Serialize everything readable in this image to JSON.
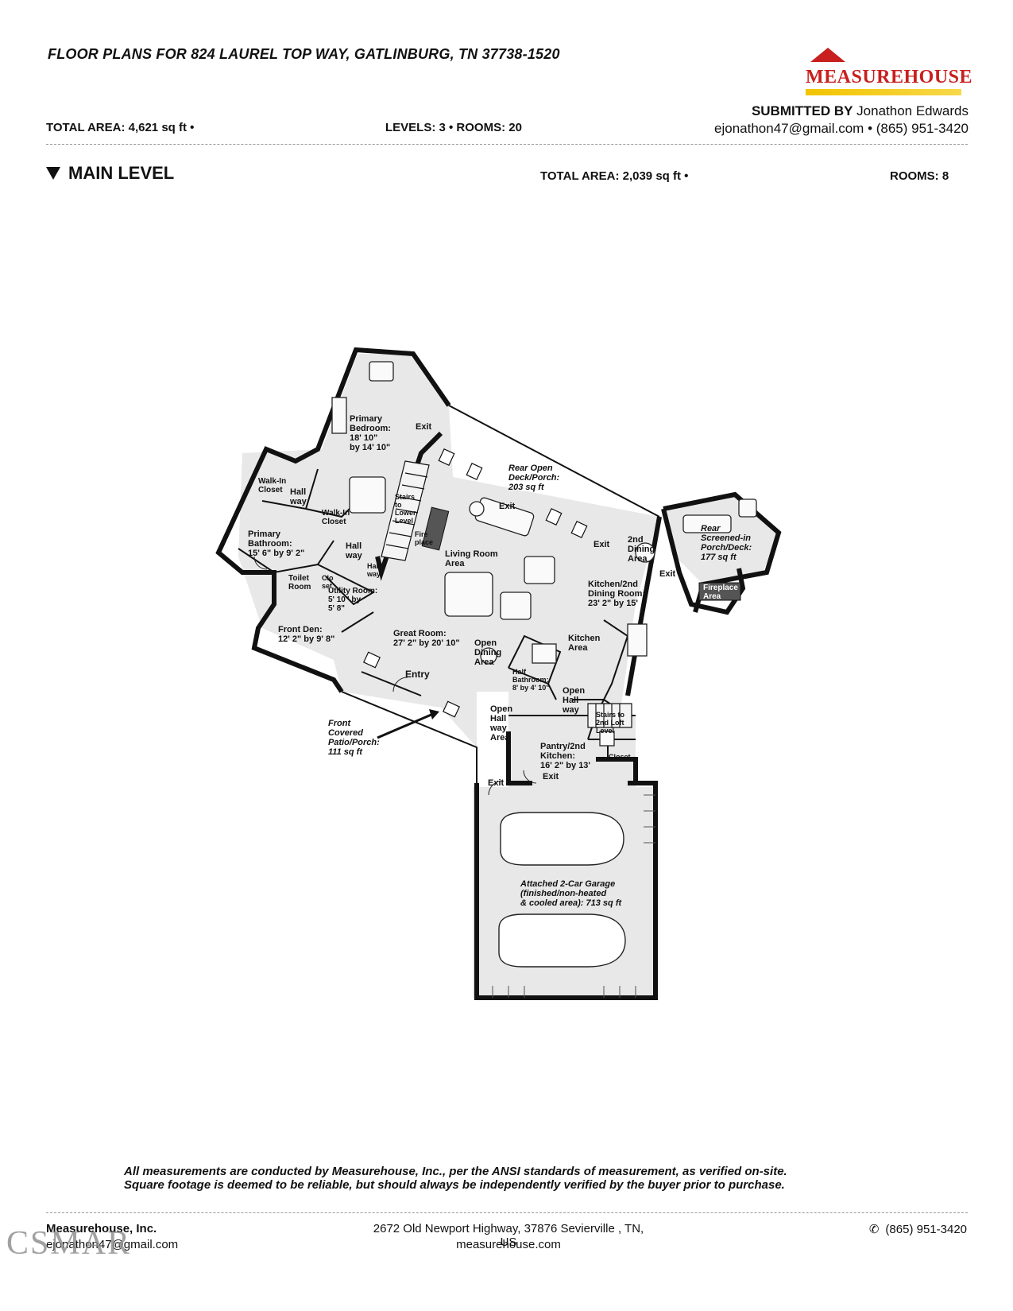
{
  "header": {
    "title": "FLOOR PLANS FOR 824 LAUREL TOP WAY, GATLINBURG, TN 37738-1520",
    "total_area": "TOTAL AREA: 4,621 sq ft •",
    "levels_rooms": "LEVELS:  3 • ROOMS: 20",
    "submitted_label": "SUBMITTED BY",
    "submitted_name": "Jonathon Edwards",
    "email": "ejonathon47@gmail.com",
    "phone": "• (865) 951-3420",
    "logo_text": "MEASUREHOUSE"
  },
  "level": {
    "name": "MAIN LEVEL",
    "total_area": "TOTAL AREA: 2,039 sq ft •",
    "rooms": "ROOMS: 8"
  },
  "rooms": {
    "primary_bedroom": [
      "Primary",
      "Bedroom:",
      "18' 10\"",
      "by 14' 10\""
    ],
    "walkin_closet_1": [
      "Walk-In",
      "Closet"
    ],
    "hallway_1": [
      "Hall",
      "way"
    ],
    "walkin_closet_2": [
      "Walk-In",
      "Closet"
    ],
    "primary_bathroom": [
      "Primary",
      "Bathroom:",
      "15' 6\" by 9' 2\""
    ],
    "hallway_2": [
      "Hall",
      "way"
    ],
    "hallway_3": [
      "Hall",
      "way"
    ],
    "toilet_room": [
      "Toilet",
      "Room"
    ],
    "closet_small": [
      "Clo",
      "set"
    ],
    "utility_room": [
      "Utility Room:",
      "5' 10\" by",
      "5' 8\""
    ],
    "front_den": [
      "Front Den:",
      "12' 2\" by 9' 8\""
    ],
    "stairs_lower": [
      "Stairs",
      "to",
      "Lower",
      "Level"
    ],
    "fireplace": [
      "Fire",
      "place"
    ],
    "rear_deck": [
      "Rear Open",
      "Deck/Porch:",
      "203 sq ft"
    ],
    "living_room": [
      "Living Room",
      "Area"
    ],
    "great_room": [
      "Great Room:",
      "27' 2\" by 20' 10\""
    ],
    "open_dining": [
      "Open",
      "Dining",
      "Area"
    ],
    "second_dining": [
      "2nd",
      "Dining",
      "Area"
    ],
    "kitchen_dining": [
      "Kitchen/2nd",
      "Dining Room:",
      "23' 2\" by 15'"
    ],
    "kitchen_area": [
      "Kitchen",
      "Area"
    ],
    "half_bath": [
      "Half",
      "Bathroom:",
      "8' by 4' 10\""
    ],
    "open_hallway_1": [
      "Open",
      "Hall",
      "way"
    ],
    "open_hallway_2": [
      "Open",
      "Hall",
      "way",
      "Area"
    ],
    "stairs_loft": [
      "Stairs to",
      "2nd Loft",
      "Level"
    ],
    "pantry": [
      "Pantry/2nd",
      "Kitchen:",
      "16' 2\" by 13'"
    ],
    "closet": "Closet",
    "screened_porch": [
      "Rear",
      "Screened-in",
      "Porch/Deck:",
      "177 sq ft"
    ],
    "fireplace_area": [
      "Fireplace",
      "Area"
    ],
    "front_patio": [
      "Front",
      "Covered",
      "Patio/Porch:",
      "111 sq ft"
    ],
    "entry": "Entry",
    "garage": [
      "Attached 2-Car Garage",
      "(finished/non-heated",
      "& cooled area): 713 sq ft"
    ],
    "exit_labels": [
      "Exit",
      "Exit",
      "Exit",
      "Exit",
      "Exit",
      "Exit"
    ]
  },
  "disclaimer": [
    "All measurements are conducted by Measurehouse, Inc., per the ANSI standards of measurement, as verified on-site.",
    "Square footage is deemed to be reliable, but should always be independently verified by the buyer prior to purchase."
  ],
  "footer": {
    "company": "Measurehouse, Inc.",
    "company_email": "ejonathon47@gmail.com",
    "address": "2672 Old Newport Highway, 37876 Sevierville , TN, US",
    "website": "measurehouse.com",
    "phone": "(865) 951-3420",
    "watermark": "CSMAR"
  },
  "colors": {
    "brand_red": "#c8201e",
    "brand_yellow": "#f2c400",
    "floor_fill": "#e8e8e8",
    "wall": "#111111"
  }
}
